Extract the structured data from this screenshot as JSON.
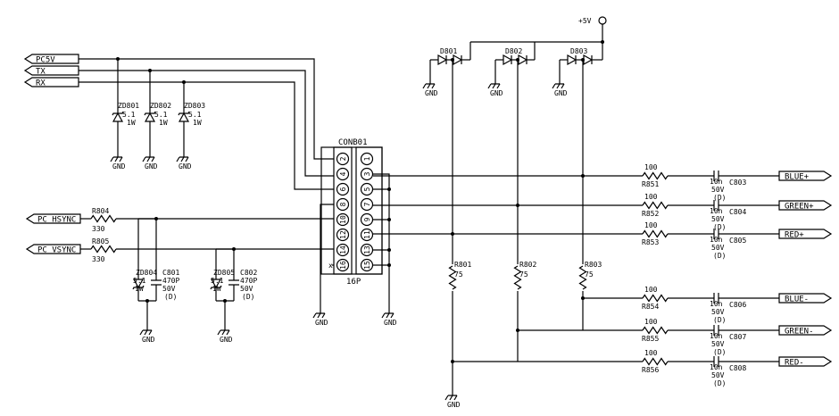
{
  "power": {
    "vcc": "+5V",
    "gnd": "GND"
  },
  "ports_left": [
    {
      "label": "PC5V"
    },
    {
      "label": "TX"
    },
    {
      "label": "RX"
    },
    {
      "label": "PC_HSYNC"
    },
    {
      "label": "PC_VSYNC"
    }
  ],
  "ports_right": [
    {
      "label": "BLUE+"
    },
    {
      "label": "GREEN+"
    },
    {
      "label": "RED+"
    },
    {
      "label": "BLUE-"
    },
    {
      "label": "GREEN-"
    },
    {
      "label": "RED-"
    }
  ],
  "connector": {
    "ref": "CONB01",
    "type": "16P",
    "left_pins": [
      "2",
      "4",
      "6",
      "8",
      "10",
      "12",
      "14",
      "16"
    ],
    "right_pins": [
      "1",
      "3",
      "5",
      "7",
      "9",
      "11",
      "13",
      "15"
    ],
    "nc_mark": "x"
  },
  "zeners_top": [
    {
      "ref": "ZD801",
      "v": "5.1",
      "p": "1W"
    },
    {
      "ref": "ZD802",
      "v": "5.1",
      "p": "1W"
    },
    {
      "ref": "ZD803",
      "v": "5.1",
      "p": "1W"
    }
  ],
  "zeners_bottom": [
    {
      "ref": "ZD804",
      "v": "5.1",
      "p": "1W"
    },
    {
      "ref": "ZD805",
      "v": "5.1",
      "p": "1W"
    }
  ],
  "caps_sync": [
    {
      "ref": "C801",
      "val": "470P",
      "volt": "50V",
      "type": "(D)"
    },
    {
      "ref": "C802",
      "val": "470P",
      "volt": "50V",
      "type": "(D)"
    }
  ],
  "resistors_sync": [
    {
      "ref": "R804",
      "val": "330"
    },
    {
      "ref": "R805",
      "val": "330"
    }
  ],
  "diodes_top": [
    {
      "ref": "D801"
    },
    {
      "ref": "D802"
    },
    {
      "ref": "D803"
    }
  ],
  "term_resistors": [
    {
      "ref": "R801",
      "val": "75"
    },
    {
      "ref": "R802",
      "val": "75"
    },
    {
      "ref": "R803",
      "val": "75"
    }
  ],
  "series_resistors": [
    {
      "ref": "R851",
      "val": "100"
    },
    {
      "ref": "R852",
      "val": "100"
    },
    {
      "ref": "R853",
      "val": "100"
    },
    {
      "ref": "R854",
      "val": "100"
    },
    {
      "ref": "R855",
      "val": "100"
    },
    {
      "ref": "R856",
      "val": "100"
    }
  ],
  "coupling_caps": [
    {
      "ref": "C803",
      "val": "10n",
      "volt": "50V",
      "type": "(D)"
    },
    {
      "ref": "C804",
      "val": "10n",
      "volt": "50V",
      "type": "(D)"
    },
    {
      "ref": "C805",
      "val": "10n",
      "volt": "50V",
      "type": "(D)"
    },
    {
      "ref": "C806",
      "val": "10n",
      "volt": "50V",
      "type": "(D)"
    },
    {
      "ref": "C807",
      "val": "10n",
      "volt": "50V",
      "type": "(D)"
    },
    {
      "ref": "C808",
      "val": "10n",
      "volt": "50V",
      "type": "(D)"
    }
  ]
}
